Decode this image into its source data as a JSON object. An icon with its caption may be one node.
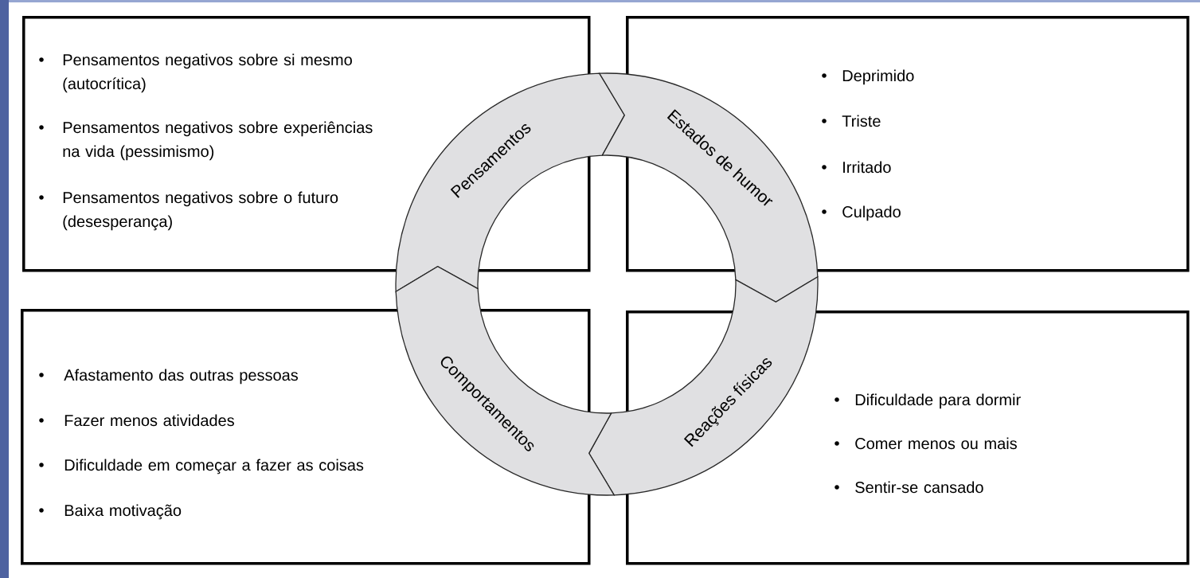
{
  "diagram": {
    "nodes": [
      {
        "text": [
          "Pensamentos negativos sobre si mesmo (autocrítica)",
          "Pensamentos negativos sobre experiências na vida (pessimismo)",
          "Pensamentos negativos sobre o futuro (desesperança)"
        ]
      },
      {
        "text": [
          "Deprimido",
          "Triste",
          "Irritado",
          "Culpado"
        ]
      },
      {
        "text": [
          "Afastamento das outras pessoas",
          "Fazer menos atividades",
          "Dificuldade em começar a fazer as coisas",
          "Baixa motivação"
        ]
      },
      {
        "text": [
          "Dificuldade para dormir",
          "Comer menos ou mais",
          "Sentir-se cansado"
        ]
      },
      {
        "text": [
          "Pensamentos"
        ]
      },
      {
        "text": [
          "Estados de humor"
        ]
      },
      {
        "text": [
          "Reações físicas"
        ]
      },
      {
        "text": [
          "Comportamentos"
        ]
      }
    ]
  }
}
